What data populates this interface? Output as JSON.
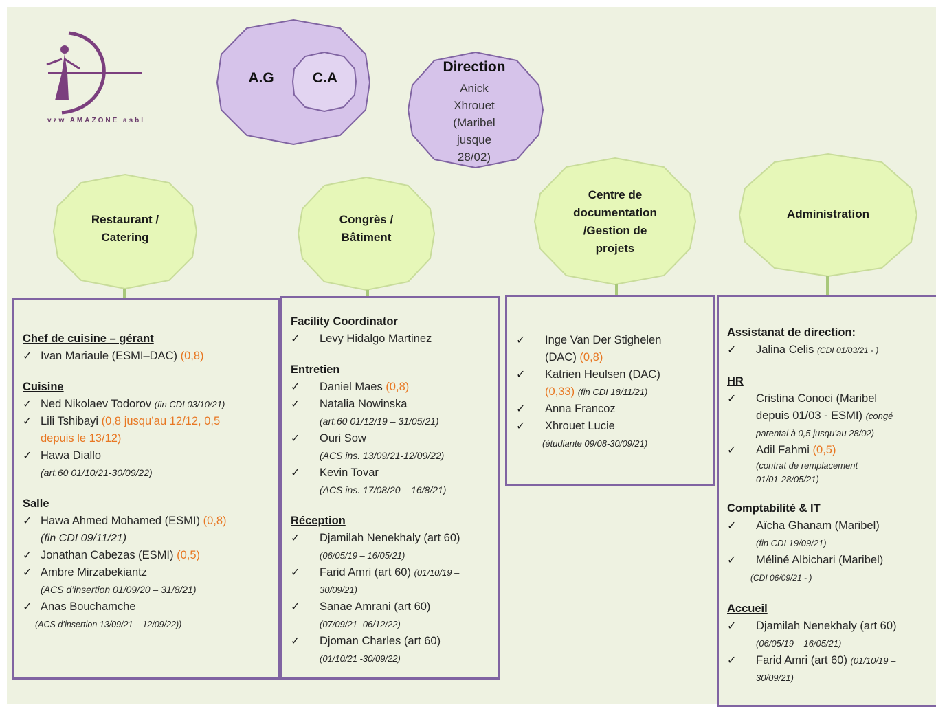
{
  "logo": {
    "text": "vzw AMAZONE asbl"
  },
  "governance": {
    "ag": "A.G",
    "ca": "C.A"
  },
  "direction": {
    "title": "Direction",
    "lines": [
      "Anick",
      "Xhrouet",
      "(Maribel",
      "jusque",
      "28/02)"
    ]
  },
  "departments": {
    "restaurant": {
      "label_1": "Restaurant /",
      "label_2": "Catering"
    },
    "congres": {
      "label_1": "Congrès /",
      "label_2": "Bâtiment"
    },
    "centre": {
      "label_1": "Centre de",
      "label_2": "documentation",
      "label_3": "/Gestion de",
      "label_4": "projets"
    },
    "admin": {
      "label_1": "Administration"
    }
  },
  "restaurant_box": {
    "chef_title": "Chef de cuisine – gérant",
    "chef_1_name": "Ivan Mariaule (ESMI–DAC)",
    "chef_1_fte": "(0,8)",
    "cuisine_title": "Cuisine",
    "cuisine_1_name": "Ned Nikolaev Todorov",
    "cuisine_1_note": "(fin CDI 03/10/21)",
    "cuisine_2_name": "Lili Tshibayi",
    "cuisine_2_fte_a": "(0,8 jusqu’au 12/12, 0,5",
    "cuisine_2_fte_b": "depuis le 13/12)",
    "cuisine_3_name": "Hawa Diallo",
    "cuisine_3_note": "(art.60 01/10/21-30/09/22)",
    "salle_title": "Salle",
    "salle_1_name": "Hawa Ahmed Mohamed (ESMI)",
    "salle_1_fte": "(0,8)",
    "salle_1_note": "(fin CDI 09/11/21)",
    "salle_2_name": "Jonathan Cabezas (ESMI)",
    "salle_2_fte": "(0,5)",
    "salle_3_name": "Ambre Mirzabekiantz",
    "salle_3_note": "(ACS d’insertion 01/09/20 – 31/8/21)",
    "salle_4_name": "Anas Bouchamche",
    "salle_4_note": "(ACS d’insertion 13/09/21 – 12/09/22))"
  },
  "congres_box": {
    "facility_title": "Facility Coordinator",
    "facility_1_name": "Levy Hidalgo Martinez",
    "entretien_title": "Entretien",
    "entretien_1_name": "Daniel Maes",
    "entretien_1_fte": "(0,8)",
    "entretien_2_name": "Natalia Nowinska",
    "entretien_2_note": "(art.60 01/12/19 – 31/05/21)",
    "entretien_3_name": "Ouri Sow",
    "entretien_3_note": "(ACS ins. 13/09/21-12/09/22)",
    "entretien_4_name": "Kevin Tovar",
    "entretien_4_note": "(ACS ins. 17/08/20 – 16/8/21)",
    "reception_title": "Réception",
    "reception_1_name": "Djamilah Nenekhaly (art 60)",
    "reception_1_note": "(06/05/19 – 16/05/21)",
    "reception_2_name": "Farid Amri (art 60)",
    "reception_2_note_a": "(01/10/19 –",
    "reception_2_note_b": "30/09/21)",
    "reception_3_name": "Sanae Amrani (art 60)",
    "reception_3_note": "(07/09/21 -06/12/22)",
    "reception_4_name": "Djoman Charles (art 60)",
    "reception_4_note": "(01/10/21 -30/09/22)"
  },
  "centre_box": {
    "item_1_name_a": "Inge Van Der Stighelen",
    "item_1_name_b": "(DAC)",
    "item_1_fte": "(0,8)",
    "item_2_name": "Katrien Heulsen (DAC)",
    "item_2_fte": "(0,33)",
    "item_2_note": "(fin CDI 18/11/21)",
    "item_3_name": "Anna Francoz",
    "item_4_name": "Xhrouet Lucie",
    "item_4_note": "(étudiante  09/08-30/09/21)"
  },
  "admin_box": {
    "assistanat_title": "Assistanat de direction:",
    "assistanat_1_name": "Jalina Celis",
    "assistanat_1_note": "(CDI 01/03/21 - )",
    "hr_title": "HR",
    "hr_1_name_a": "Cristina Conoci (Maribel",
    "hr_1_name_b": "depuis 01/03 - ESMI)",
    "hr_1_note_a": "(congé",
    "hr_1_note_b": "parental à 0,5 jusqu’au 28/02)",
    "hr_2_name": "Adil Fahmi",
    "hr_2_fte": "(0,5)",
    "hr_2_note_a": "(contrat de remplacement",
    "hr_2_note_b": "01/01-28/05/21)",
    "compta_title": "Comptabilité & IT",
    "compta_1_name": "Aïcha Ghanam (Maribel)",
    "compta_1_note": "(fin CDI 19/09/21)",
    "compta_2_name": "Méliné Albichari (Maribel)",
    "compta_2_note": "(CDI 06/09/21 - )",
    "accueil_title": "Accueil",
    "accueil_1_name": "Djamilah Nenekhaly (art 60)",
    "accueil_1_note": "(06/05/19 – 16/05/21)",
    "accueil_2_name": "Farid Amri (art 60)",
    "accueil_2_note_a": "(01/10/19 –",
    "accueil_2_note_b": "30/09/21)"
  },
  "colors": {
    "purple_fill": "#d6c3ea",
    "purple_border": "#8064a2",
    "green_fill": "#e6f7b8",
    "accent_orange": "#e87722"
  }
}
